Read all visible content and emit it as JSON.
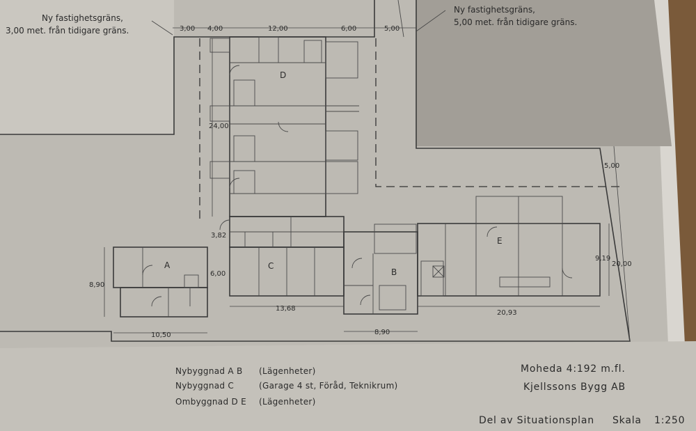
{
  "boundary_notes": {
    "left": {
      "line1": "Ny fastighetsgräns,",
      "line2": "3,00 met. från tidigare gräns."
    },
    "right": {
      "line1": "Ny fastighetsgräns,",
      "line2": "5,00 met. från tidigare gräns."
    }
  },
  "buildings": {
    "a": "A",
    "b": "B",
    "c": "C",
    "d": "D",
    "e": "E"
  },
  "dimensions": {
    "top_3": "3,00",
    "top_4": "4,00",
    "top_12": "12,00",
    "top_6": "6,00",
    "top_5": "5,00",
    "d_depth": "24,00",
    "c_gap": "3,82",
    "c_depth": "6,00",
    "a_depth": "8,90",
    "a_width": "10,50",
    "c_width": "13,68",
    "b_width": "8,90",
    "e_width": "20,93",
    "e_depth": "9,19",
    "right_5": "5,00",
    "right_20": "20,00"
  },
  "legend": {
    "line1_code": "Nybyggnad A B",
    "line1_desc": "(Lägenheter)",
    "line2_code": "Nybyggnad C",
    "line2_desc": "(Garage 4 st, Föråd, Teknikrum)",
    "line3_code": "Ombyggnad D E",
    "line3_desc": "(Lägenheter)"
  },
  "title_block": {
    "project": "Moheda 4:192 m.fl.",
    "company": "Kjellssons Bygg AB",
    "sheet": "Del av Situationsplan",
    "scale_label": "Skala",
    "scale_value": "1:250"
  },
  "colors": {
    "paper": "#bdbab3",
    "shade": "#a9a59e",
    "paper_light": "#c9c6bf",
    "ink": "#2a2a2a"
  }
}
